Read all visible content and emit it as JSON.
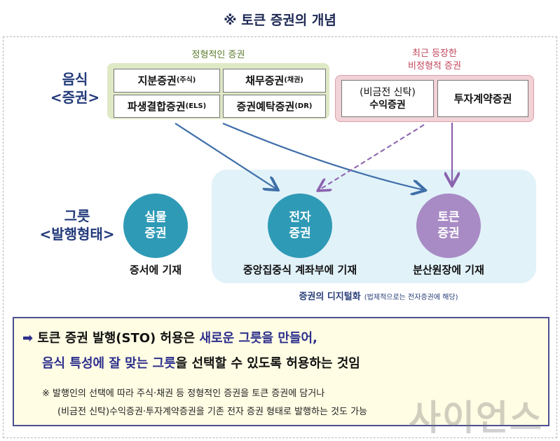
{
  "title": "※ 토큰 증권의 개념",
  "food": {
    "label1": "음식",
    "label2": "<증권>"
  },
  "vessel": {
    "label1": "그릇",
    "label2": "<발행형태>"
  },
  "standard": {
    "title": "정형적인 증권",
    "items": [
      {
        "main": "지분증권",
        "sub": "(주식)"
      },
      {
        "main": "채무증권",
        "sub": "(채권)"
      },
      {
        "main": "파생결합증권",
        "sub": "(ELS)"
      },
      {
        "main": "증권예탁증권",
        "sub": "(DR)"
      }
    ]
  },
  "atypical": {
    "title1": "최근 등장한",
    "title2": "비정형적 증권",
    "items": [
      {
        "line1": "(비금전 신탁)",
        "line2": "수익증권"
      },
      {
        "line1": "투자계약증권"
      }
    ]
  },
  "forms": [
    {
      "l1": "실물",
      "l2": "증권",
      "caption": "증서에 기재",
      "color": "#2f9ab6"
    },
    {
      "l1": "전자",
      "l2": "증권",
      "caption": "중앙집중식 계좌부에 기재",
      "color": "#2f9ab6"
    },
    {
      "l1": "토큰",
      "l2": "증권",
      "caption": "분산원장에 기재",
      "color": "#a88bc4"
    }
  ],
  "digital": {
    "main": "증권의 디지털화",
    "sub": "(법제적으로는 전자증권에 해당)"
  },
  "summary": {
    "arrow": "➡",
    "l1a": "토큰 증권 발행(STO) 허용은 ",
    "l1b": "새로운 그릇을 만들어,",
    "l2a": "음식 특성에 잘 맞는 그릇",
    "l2b": "을 선택할 수 있도록 허용하는 것임",
    "note1": "※ 발행인의 선택에 따라 주식·채권 등 정형적인 증권을 토큰 증권에 담거나",
    "note2": "(비금전 신탁)수익증권·투자계약증권을 기존 전자 증권 형태로 발행하는 것도 가능"
  },
  "watermark": "사이언스"
}
